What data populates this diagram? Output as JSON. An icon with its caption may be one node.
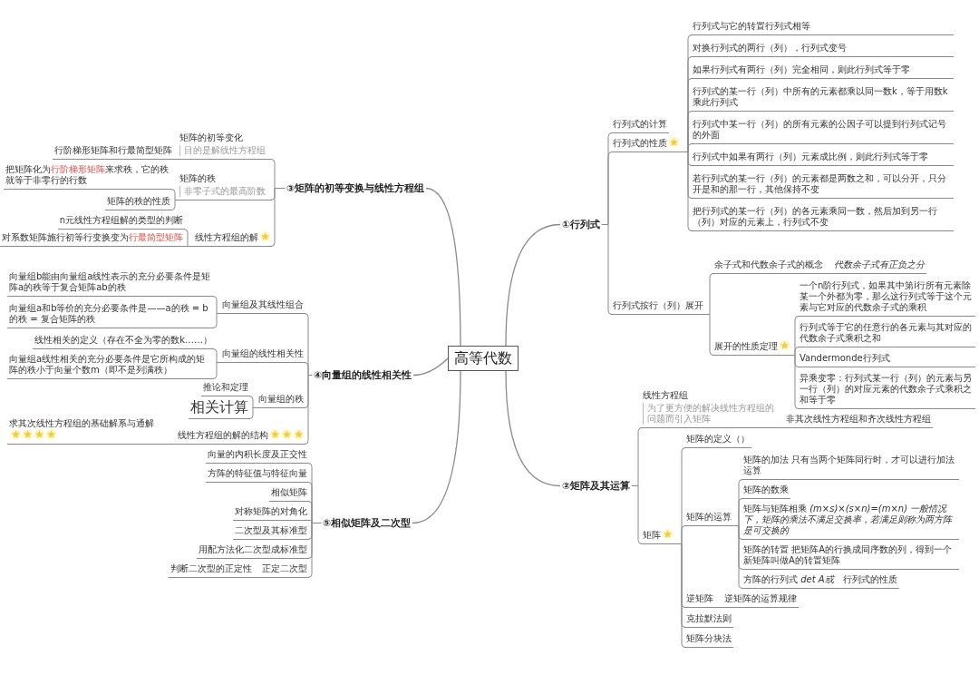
{
  "diagram": {
    "nodes": [
      {
        "text": [
          "高等代数"
        ]
      },
      {
        "text": [
          "①行列式"
        ]
      },
      {
        "text": [
          "行列式的计算"
        ]
      },
      {
        "text": [
          "行列式的性质"
        ]
      },
      {
        "text": [
          "行列式与它的转置行列式相等"
        ]
      },
      {
        "text": [
          "对换行列式的两行（列），行列式变号"
        ]
      },
      {
        "text": [
          "如果行列式有两行（列）完全相同，则此行列式等于零"
        ]
      },
      {
        "text": [
          "行列式的某一行（列）中所有的元素都乘以同一数k，等于用数k乘此行列式"
        ]
      },
      {
        "text": [
          "行列式中某一行（列）的所有元素的公因子可以提到行列式记号的外面"
        ]
      },
      {
        "text": [
          "行列式中如果有两行（列）元素成比例，则此行列式等于零"
        ]
      },
      {
        "text": [
          "若行列式的某一行（列）的元素都是两数之和，可以分开，只分开是和的那一行，其他保持不变"
        ]
      },
      {
        "text": [
          "把行列式的某一行（列）的各元素乘同一数，然后加到另一行（列）对应的元素上，行列式不变"
        ]
      },
      {
        "text": [
          "行列式按行（列）展开"
        ]
      },
      {
        "text": [
          "余子式和代数余子式的概念"
        ]
      },
      {
        "text": [
          "代数余子式有正负之分"
        ]
      },
      {
        "text": [
          "展开的性质定理"
        ]
      },
      {
        "text": [
          "一个n阶行列式，如果其中第i行所有元素除某一个外都为零，那么这行列式等于这个元素与它对应的代数余子式的乘积"
        ]
      },
      {
        "text": [
          "行列式等于它的任意行的各元素与其对应的代数余子式乘积之和"
        ]
      },
      {
        "text": [
          "Vandermonde行列式"
        ]
      },
      {
        "text": [
          "异乘变零：行列式某一行（列）的元素与另一行（列）的对应元素的代数余子式乘积之和等于零"
        ]
      },
      {
        "text": [
          "②矩阵及其运算"
        ]
      },
      {
        "text": [
          "线性方程组",
          "为了更方便的解决线性方程组的问题而引入矩阵"
        ]
      },
      {
        "text": [
          "非其次线性方程组和齐次线性方程组"
        ]
      },
      {
        "text": [
          "矩阵"
        ]
      },
      {
        "text": [
          "矩阵的定义（）"
        ]
      },
      {
        "text": [
          "矩阵的运算"
        ]
      },
      {
        "text": [
          "矩阵的加法 只有当两个矩阵同行时，才可以进行加法运算"
        ]
      },
      {
        "text": [
          "矩阵的数乘"
        ]
      },
      {
        "text": [
          "矩阵与矩阵相乘 *(m×s)×(s×n)=(m×n) 一般情况下，矩阵的乘法不满足交换率，若满足则称为两方阵是可交换的*"
        ]
      },
      {
        "text": [
          "矩阵的转置 把矩阵A的行换成同序数的列，得到一个新矩阵叫做A的转置矩阵"
        ]
      },
      {
        "text": [
          "方阵的行列式 *det A或*"
        ]
      },
      {
        "text": [
          "行列式的性质"
        ]
      },
      {
        "text": [
          "逆矩阵"
        ]
      },
      {
        "text": [
          "逆矩阵的运算规律"
        ]
      },
      {
        "text": [
          "克拉默法则"
        ]
      },
      {
        "text": [
          "矩阵分块法"
        ]
      },
      {
        "text": [
          "③矩阵的初等变换与线性方程组"
        ]
      },
      {
        "text": [
          "矩阵的初等变化",
          "目的是解线性方程组"
        ]
      },
      {
        "text": [
          "行阶梯形矩阵和行最简型矩阵"
        ]
      },
      {
        "text": [
          "矩阵的秩",
          "非零子式的最高阶数"
        ]
      },
      {
        "text": [
          "把矩阵化为**行阶梯形矩阵**来求秩，它的秩就等于非零行的行数"
        ]
      },
      {
        "text": [
          "矩阵的秩的性质"
        ]
      },
      {
        "text": [
          "线性方程组的解"
        ]
      },
      {
        "text": [
          "n元线性方程组解的类型的判断"
        ]
      },
      {
        "text": [
          "对系数矩阵施行初等行变换变为**行最简型矩阵**"
        ]
      },
      {
        "text": [
          "④向量组的线性相关性"
        ]
      },
      {
        "text": [
          "向量组及其线性组合"
        ]
      },
      {
        "text": [
          "向量组b能由向量组a线性表示的充分必要条件是矩阵a的秩等于复合矩阵ab的秩"
        ]
      },
      {
        "text": [
          "向量组a和b等价的充分必要条件是——a的秩 = b的秩 = 复合矩阵的秩"
        ]
      },
      {
        "text": [
          "向量组的线性相关性"
        ]
      },
      {
        "text": [
          "线性相关的定义（存在不全为零的数k……）"
        ]
      },
      {
        "text": [
          "向量组a线性相关的充分必要条件是它所构成的矩阵的秩小于向量个数m（即不是列满秩）"
        ]
      },
      {
        "text": [
          "向量组的秩"
        ]
      },
      {
        "text": [
          "推论和定理"
        ]
      },
      {
        "text": [
          "相关计算"
        ]
      },
      {
        "text": [
          "线性方程组的解的结构"
        ]
      },
      {
        "text": [
          "求其次线性方程组的基础解系与通解"
        ]
      },
      {
        "text": [
          "⑤相似矩阵及二次型"
        ]
      },
      {
        "text": [
          "向量的内积长度及正交性"
        ]
      },
      {
        "text": [
          "方阵的特征值与特征向量"
        ]
      },
      {
        "text": [
          "相似矩阵"
        ]
      },
      {
        "text": [
          "对称矩阵的对角化"
        ]
      },
      {
        "text": [
          "二次型及其标准型"
        ]
      },
      {
        "text": [
          "用配方法化二次型成标准型"
        ]
      },
      {
        "text": [
          "正定二次型"
        ]
      },
      {
        "text": [
          "判断二次型的正定性"
        ]
      }
    ],
    "edges": [
      {
        "from": 0,
        "to": 1,
        "arrow": "none"
      },
      {
        "from": 1,
        "to": 2,
        "arrow": "none"
      },
      {
        "from": 1,
        "to": 3,
        "arrow": "none"
      },
      {
        "from": 3,
        "to": 4,
        "arrow": "none"
      },
      {
        "from": 3,
        "to": 5,
        "arrow": "none"
      },
      {
        "from": 3,
        "to": 6,
        "arrow": "none"
      },
      {
        "from": 3,
        "to": 7,
        "arrow": "none"
      },
      {
        "from": 3,
        "to": 8,
        "arrow": "none"
      },
      {
        "from": 3,
        "to": 9,
        "arrow": "none"
      },
      {
        "from": 3,
        "to": 10,
        "arrow": "none"
      },
      {
        "from": 3,
        "to": 11,
        "arrow": "none"
      },
      {
        "from": 1,
        "to": 12,
        "arrow": "none"
      },
      {
        "from": 12,
        "to": 13,
        "arrow": "none"
      },
      {
        "from": 13,
        "to": 14,
        "arrow": "none"
      },
      {
        "from": 12,
        "to": 15,
        "arrow": "none"
      },
      {
        "from": 15,
        "to": 16,
        "arrow": "none"
      },
      {
        "from": 15,
        "to": 17,
        "arrow": "none"
      },
      {
        "from": 15,
        "to": 18,
        "arrow": "none"
      },
      {
        "from": 15,
        "to": 19,
        "arrow": "none"
      },
      {
        "from": 0,
        "to": 20,
        "arrow": "none"
      },
      {
        "from": 20,
        "to": 21,
        "arrow": "none"
      },
      {
        "from": 21,
        "to": 22,
        "arrow": "none"
      },
      {
        "from": 20,
        "to": 23,
        "arrow": "none"
      },
      {
        "from": 23,
        "to": 24,
        "arrow": "none"
      },
      {
        "from": 23,
        "to": 25,
        "arrow": "none"
      },
      {
        "from": 25,
        "to": 26,
        "arrow": "none"
      },
      {
        "from": 25,
        "to": 27,
        "arrow": "none"
      },
      {
        "from": 25,
        "to": 28,
        "arrow": "none"
      },
      {
        "from": 25,
        "to": 29,
        "arrow": "none"
      },
      {
        "from": 25,
        "to": 30,
        "arrow": "none"
      },
      {
        "from": 30,
        "to": 31,
        "arrow": "none"
      },
      {
        "from": 23,
        "to": 32,
        "arrow": "none"
      },
      {
        "from": 32,
        "to": 33,
        "arrow": "none"
      },
      {
        "from": 23,
        "to": 34,
        "arrow": "none"
      },
      {
        "from": 23,
        "to": 35,
        "arrow": "none"
      },
      {
        "from": 0,
        "to": 36,
        "arrow": "none"
      },
      {
        "from": 36,
        "to": 37,
        "arrow": "none"
      },
      {
        "from": 37,
        "to": 38,
        "arrow": "none"
      },
      {
        "from": 36,
        "to": 39,
        "arrow": "none"
      },
      {
        "from": 39,
        "to": 40,
        "arrow": "none"
      },
      {
        "from": 39,
        "to": 41,
        "arrow": "none"
      },
      {
        "from": 36,
        "to": 42,
        "arrow": "none"
      },
      {
        "from": 42,
        "to": 43,
        "arrow": "none"
      },
      {
        "from": 42,
        "to": 44,
        "arrow": "none"
      },
      {
        "from": 0,
        "to": 45,
        "arrow": "none"
      },
      {
        "from": 45,
        "to": 46,
        "arrow": "none"
      },
      {
        "from": 46,
        "to": 47,
        "arrow": "none"
      },
      {
        "from": 46,
        "to": 48,
        "arrow": "none"
      },
      {
        "from": 45,
        "to": 49,
        "arrow": "none"
      },
      {
        "from": 49,
        "to": 50,
        "arrow": "none"
      },
      {
        "from": 49,
        "to": 51,
        "arrow": "none"
      },
      {
        "from": 45,
        "to": 52,
        "arrow": "none"
      },
      {
        "from": 52,
        "to": 53,
        "arrow": "none"
      },
      {
        "from": 52,
        "to": 54,
        "arrow": "none"
      },
      {
        "from": 45,
        "to": 55,
        "arrow": "none"
      },
      {
        "from": 55,
        "to": 56,
        "arrow": "none"
      },
      {
        "from": 0,
        "to": 57,
        "arrow": "none"
      },
      {
        "from": 57,
        "to": 58,
        "arrow": "none"
      },
      {
        "from": 57,
        "to": 59,
        "arrow": "none"
      },
      {
        "from": 57,
        "to": 60,
        "arrow": "none"
      },
      {
        "from": 57,
        "to": 61,
        "arrow": "none"
      },
      {
        "from": 57,
        "to": 62,
        "arrow": "none"
      },
      {
        "from": 57,
        "to": 63,
        "arrow": "none"
      },
      {
        "from": 57,
        "to": 64,
        "arrow": "none"
      },
      {
        "from": 64,
        "to": 65,
        "arrow": "none"
      }
    ]
  }
}
